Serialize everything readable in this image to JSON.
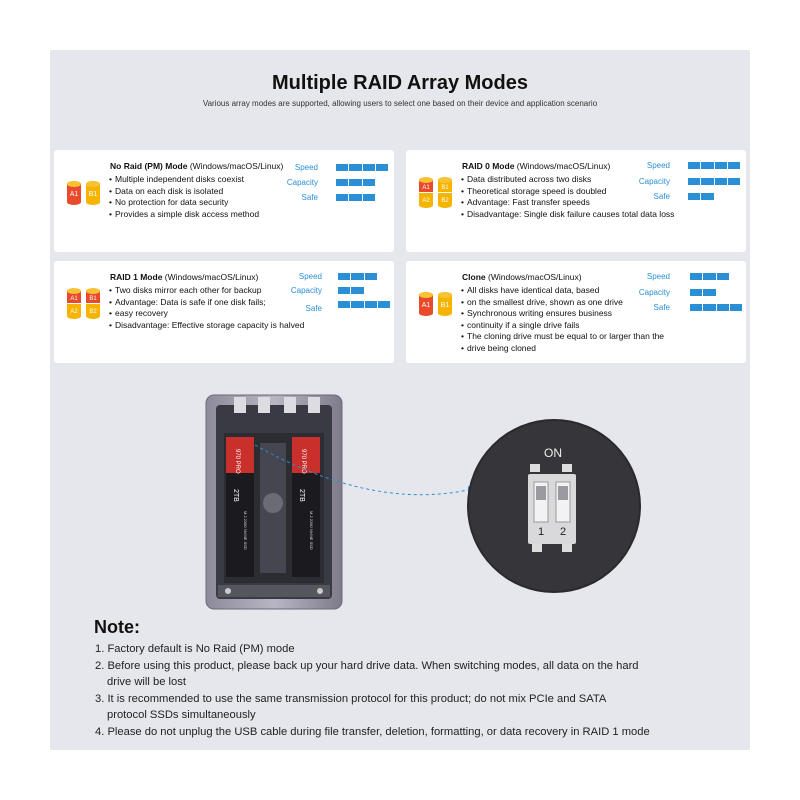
{
  "header": {
    "title": "Multiple RAID Array Modes",
    "subtitle": "Various array modes are supported, allowing users to select one based on their device and application scenario"
  },
  "metric_labels": {
    "speed": "Speed",
    "capacity": "Capacity",
    "safe": "Safe"
  },
  "modes": [
    {
      "name": "No Raid (PM) Mode",
      "platforms": "(Windows/macOS/Linux)",
      "bullets": [
        "Multiple independent disks coexist",
        "Data on each disk is isolated",
        "No protection for data security",
        "Provides a simple disk access method"
      ],
      "disk_labels": [
        "A1",
        "B1"
      ],
      "ratings": {
        "speed": 4,
        "capacity": 3,
        "safe": 3
      }
    },
    {
      "name": "RAID 0 Mode",
      "platforms": "(Windows/macOS/Linux)",
      "bullets": [
        "Data distributed across two disks",
        "Theoretical storage speed is doubled",
        "Advantage: Fast transfer speeds",
        "Disadvantage: Single disk failure causes total data loss"
      ],
      "disk_labels": [
        "A1",
        "B1",
        "A2",
        "B2"
      ],
      "ratings": {
        "speed": 4,
        "capacity": 4,
        "safe": 2
      }
    },
    {
      "name": "RAID 1 Mode",
      "platforms": "(Windows/macOS/Linux)",
      "bullets": [
        "Two disks mirror each other for backup",
        "Advantage: Data is safe if one disk fails;",
        "easy recovery",
        "Disadvantage: Effective storage capacity is halved"
      ],
      "disk_labels": [
        "A1",
        "B1",
        "A2",
        "B2"
      ],
      "ratings": {
        "speed": 3,
        "capacity": 2,
        "safe": 4
      }
    },
    {
      "name": "Clone",
      "platforms": "(Windows/macOS/Linux)",
      "bullets": [
        "All disks have identical data, based",
        "on the smallest drive, shown as one drive",
        "Synchronous writing ensures business",
        "continuity if a single drive fails",
        "The cloning drive must be equal to or larger than the",
        "drive being cloned"
      ],
      "disk_labels": [
        "A1",
        "B1"
      ],
      "ratings": {
        "speed": 3,
        "capacity": 2,
        "safe": 4
      }
    }
  ],
  "device": {
    "ssd_label": "2TB",
    "ssd_brand": "970 PRO",
    "ssd_model": "M.2 2280 NVME SSD"
  },
  "switch": {
    "on_label": "ON",
    "labels": [
      "1",
      "2"
    ]
  },
  "notes": {
    "title": "Note:",
    "items": [
      [
        "1. Factory default is No Raid (PM) mode"
      ],
      [
        "2. Before using this product, please back up your hard drive data. When switching modes, all data on the hard",
        "drive will be lost"
      ],
      [
        "3. It is recommended to use the same transmission protocol for this product; do not mix PCIe and SATA",
        "protocol SSDs simultaneously"
      ],
      [
        "4. Please do not unplug the USB cable during file transfer, deletion, formatting, or data recovery in RAID 1 mode"
      ]
    ]
  },
  "colors": {
    "accent": "#2b8fd6",
    "disk_red": "#e84a2b",
    "disk_yellow": "#f5b400",
    "panel": "#e6e7ec"
  }
}
